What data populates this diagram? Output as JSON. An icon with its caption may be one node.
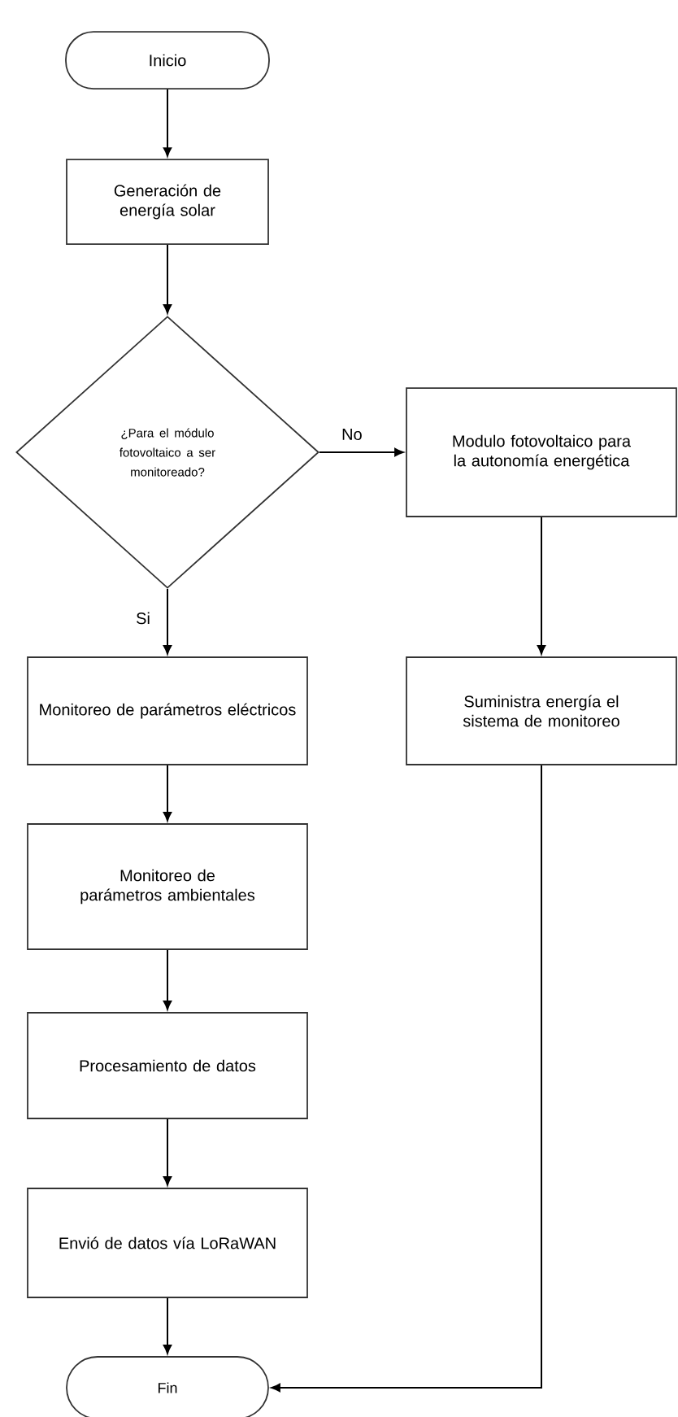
{
  "diagram": {
    "nodes": [
      {
        "text": [
          "Inicio"
        ]
      },
      {
        "text": [
          "Generación de energía solar"
        ]
      },
      {
        "text": [
          "¿Para el módulo fotovoltaico a ser monitoreado?"
        ]
      },
      {
        "text": [
          "Modulo fotovoltaico para la autonomía energética"
        ]
      },
      {
        "text": [
          "Monitoreo de parámetros eléctricos"
        ]
      },
      {
        "text": [
          "Suministra energía el sistema de monitoreo"
        ]
      },
      {
        "text": [
          "Monitoreo de parámetros ambientales"
        ]
      },
      {
        "text": [
          "Procesamiento de datos"
        ]
      },
      {
        "text": [
          "Envió de datos vía LoRaWAN"
        ]
      },
      {
        "text": [
          "Fin"
        ]
      }
    ],
    "edges": [
      {
        "from": 0,
        "to": 1,
        "arrow": "to"
      },
      {
        "from": 1,
        "to": 2,
        "arrow": "to"
      },
      {
        "from": 2,
        "to": 3,
        "arrow": "to",
        "label": "No"
      },
      {
        "from": 2,
        "to": 4,
        "arrow": "to",
        "label": "Si"
      },
      {
        "from": 3,
        "to": 5,
        "arrow": "to"
      },
      {
        "from": 4,
        "to": 6,
        "arrow": "to"
      },
      {
        "from": 6,
        "to": 7,
        "arrow": "to"
      },
      {
        "from": 7,
        "to": 8,
        "arrow": "to"
      },
      {
        "from": 8,
        "to": 9,
        "arrow": "to"
      },
      {
        "from": 5,
        "to": 9,
        "arrow": "to"
      }
    ]
  }
}
